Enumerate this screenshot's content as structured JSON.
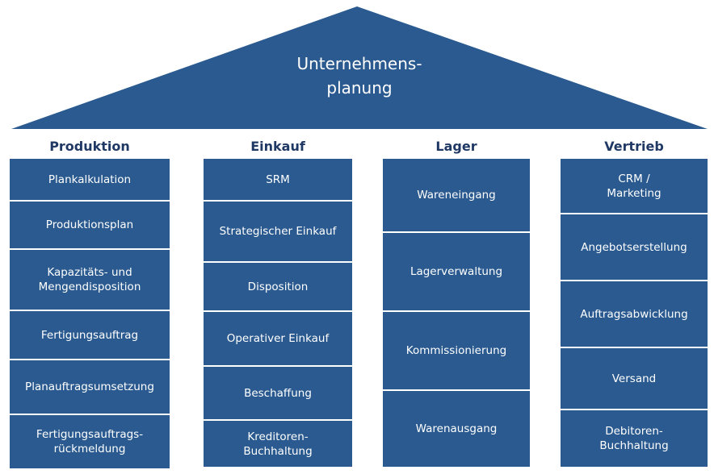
{
  "roof": {
    "line1": "Unternehmens-",
    "line2": "planung",
    "color": "#2a5a8f"
  },
  "pillars": [
    {
      "title": "Produktion",
      "items": [
        [
          "Plankalkulation"
        ],
        [
          "Produktionsplan"
        ],
        [
          "Kapazitäts- und",
          "Mengendisposition"
        ],
        [
          "Fertigungsauftrag"
        ],
        [
          "Planauftragsumsetzung"
        ],
        [
          "Fertigungsauftrags-",
          "rückmeldung"
        ]
      ]
    },
    {
      "title": "Einkauf",
      "items": [
        [
          "SRM"
        ],
        [
          "Strategischer Einkauf"
        ],
        [
          "Disposition"
        ],
        [
          "Operativer Einkauf"
        ],
        [
          "Beschaffung"
        ],
        [
          "Kreditoren-",
          "Buchhaltung"
        ]
      ]
    },
    {
      "title": "Lager",
      "items": [
        [
          "Wareneingang"
        ],
        [
          "Lagerverwaltung"
        ],
        [
          "Kommissionierung"
        ],
        [
          "Warenausgang"
        ]
      ]
    },
    {
      "title": "Vertrieb",
      "items": [
        [
          "CRM /",
          "Marketing"
        ],
        [
          "Angebotserstellung"
        ],
        [
          "Auftragsabwicklung"
        ],
        [
          "Versand"
        ],
        [
          "Debitoren-",
          "Buchhaltung"
        ]
      ]
    }
  ],
  "colors": {
    "block": "#2a5a8f",
    "title_text": "#1f3864",
    "block_text": "#ffffff"
  }
}
